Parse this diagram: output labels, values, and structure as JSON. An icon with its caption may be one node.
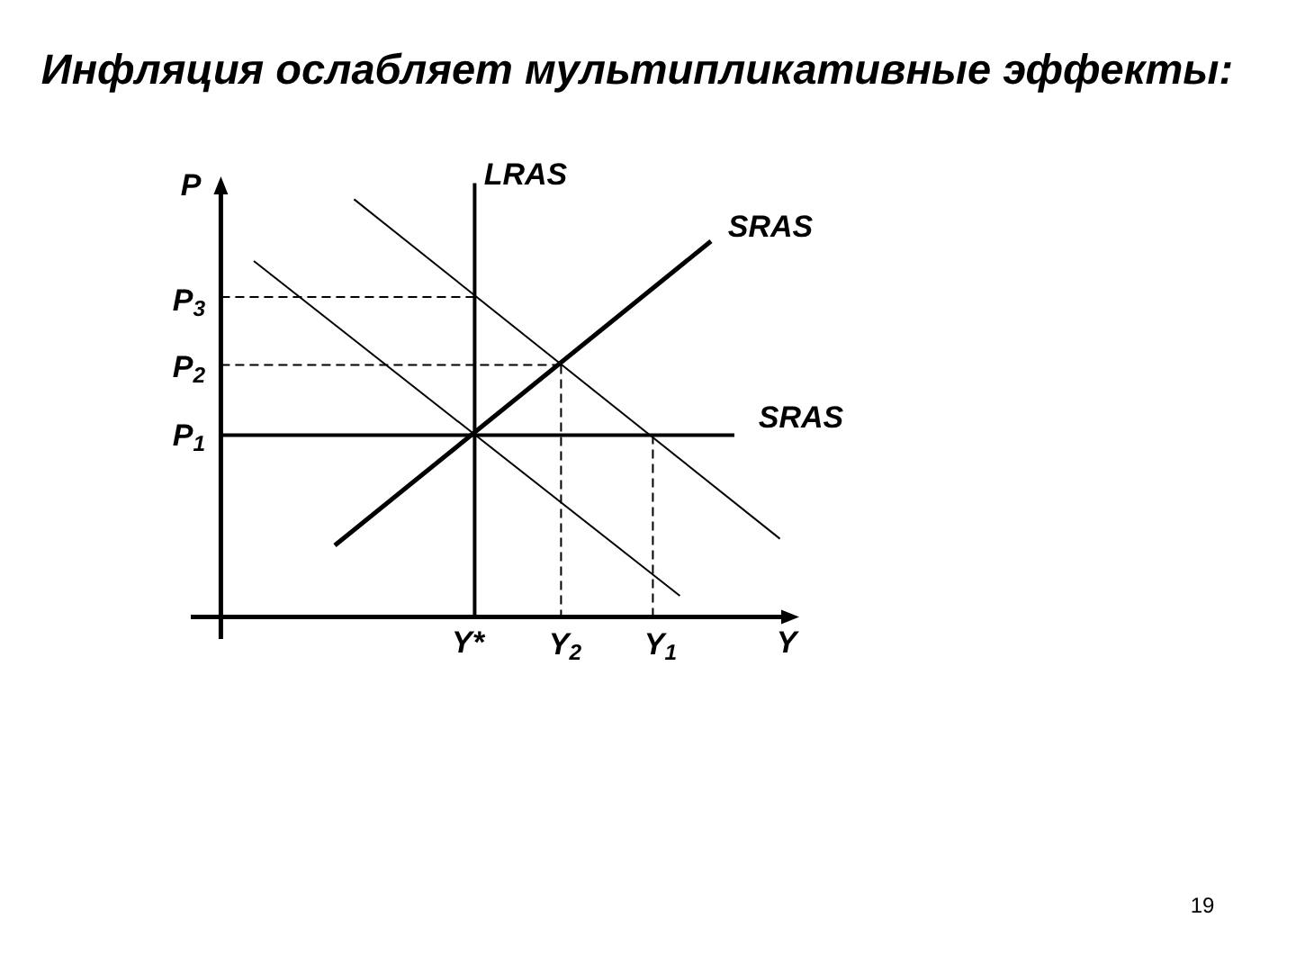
{
  "diagram": {
    "title": "Инфляция ослабляет мультипликативные эффекты:",
    "labels": [
      "P",
      "LRAS",
      "SRAS",
      "P$_{3}$",
      "P$_{2}$",
      "SRAS",
      "P$_{1}$",
      "Y*",
      "Y$_{2}$",
      "Y$_{1}$",
      "Y",
      "19"
    ]
  }
}
